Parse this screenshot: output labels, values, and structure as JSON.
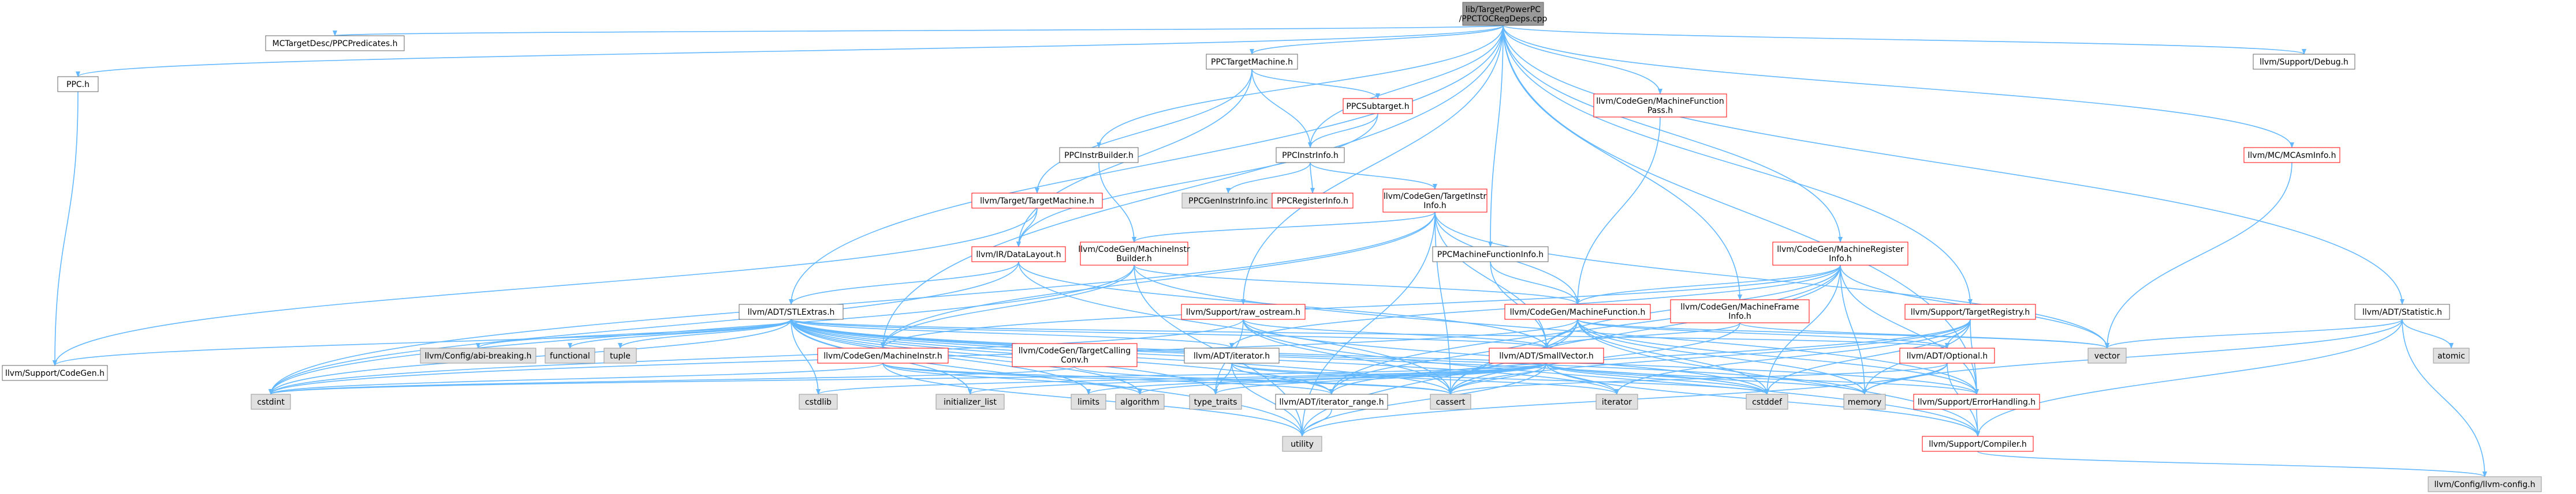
{
  "colors": {
    "root_fill": "#999999",
    "normal_fill": "#ffffff",
    "normal_border": "#666666",
    "incomplete_border": "#ff0000",
    "system_fill": "#e0e0e0",
    "system_border": "#999999",
    "edge": "#63b8ff",
    "text": "#000000"
  },
  "nodes": [
    {
      "id": "root",
      "lines": [
        "lib/Target/PowerPC",
        "/PPCTOCRegDeps.cpp"
      ],
      "kind": "root"
    },
    {
      "id": "mctargetdesc",
      "lines": [
        "MCTargetDesc/PPCPredicates.h"
      ],
      "kind": "normal"
    },
    {
      "id": "ppch",
      "lines": [
        "PPC.h"
      ],
      "kind": "normal"
    },
    {
      "id": "codegen",
      "lines": [
        "llvm/Support/CodeGen.h"
      ],
      "kind": "normal"
    },
    {
      "id": "ppctm",
      "lines": [
        "PPCTargetMachine.h"
      ],
      "kind": "normal"
    },
    {
      "id": "ppcsub",
      "lines": [
        "PPCSubtarget.h"
      ],
      "kind": "incomplete"
    },
    {
      "id": "ppcinstrbuilder",
      "lines": [
        "PPCInstrBuilder.h"
      ],
      "kind": "normal"
    },
    {
      "id": "ppcinstrinfo",
      "lines": [
        "PPCInstrInfo.h"
      ],
      "kind": "normal"
    },
    {
      "id": "ppcgeninstr",
      "lines": [
        "PPCGenInstrInfo.inc"
      ],
      "kind": "system"
    },
    {
      "id": "ppcreginfo",
      "lines": [
        "PPCRegisterInfo.h"
      ],
      "kind": "incomplete"
    },
    {
      "id": "tgtinstrinfo",
      "lines": [
        "llvm/CodeGen/TargetInstr",
        "Info.h"
      ],
      "kind": "incomplete"
    },
    {
      "id": "targetmachine",
      "lines": [
        "llvm/Target/TargetMachine.h"
      ],
      "kind": "incomplete"
    },
    {
      "id": "datalayout",
      "lines": [
        "llvm/IR/DataLayout.h"
      ],
      "kind": "incomplete"
    },
    {
      "id": "mibuilder",
      "lines": [
        "llvm/CodeGen/MachineInstr",
        "Builder.h"
      ],
      "kind": "incomplete"
    },
    {
      "id": "ppcmfi",
      "lines": [
        "PPCMachineFunctionInfo.h"
      ],
      "kind": "normal"
    },
    {
      "id": "mfpass",
      "lines": [
        "llvm/CodeGen/MachineFunction",
        "Pass.h"
      ],
      "kind": "incomplete"
    },
    {
      "id": "mcasminfo",
      "lines": [
        "llvm/MC/MCAsmInfo.h"
      ],
      "kind": "incomplete"
    },
    {
      "id": "debug",
      "lines": [
        "llvm/Support/Debug.h"
      ],
      "kind": "normal"
    },
    {
      "id": "statistic",
      "lines": [
        "llvm/ADT/Statistic.h"
      ],
      "kind": "normal"
    },
    {
      "id": "atomic",
      "lines": [
        "atomic"
      ],
      "kind": "system"
    },
    {
      "id": "mri",
      "lines": [
        "llvm/CodeGen/MachineRegister",
        "Info.h"
      ],
      "kind": "incomplete"
    },
    {
      "id": "tgtregistry",
      "lines": [
        "llvm/Support/TargetRegistry.h"
      ],
      "kind": "incomplete"
    },
    {
      "id": "mframeinfo",
      "lines": [
        "llvm/CodeGen/MachineFrame",
        "Info.h"
      ],
      "kind": "incomplete"
    },
    {
      "id": "rawostream",
      "lines": [
        "llvm/Support/raw_ostream.h"
      ],
      "kind": "incomplete"
    },
    {
      "id": "mf",
      "lines": [
        "llvm/CodeGen/MachineFunction.h"
      ],
      "kind": "incomplete"
    },
    {
      "id": "stlextras",
      "lines": [
        "llvm/ADT/STLExtras.h"
      ],
      "kind": "normal"
    },
    {
      "id": "abibreaking",
      "lines": [
        "llvm/Config/abi-breaking.h"
      ],
      "kind": "system"
    },
    {
      "id": "functional",
      "lines": [
        "functional"
      ],
      "kind": "system"
    },
    {
      "id": "tuple",
      "lines": [
        "tuple"
      ],
      "kind": "system"
    },
    {
      "id": "machineinstr",
      "lines": [
        "llvm/CodeGen/MachineInstr.h"
      ],
      "kind": "incomplete"
    },
    {
      "id": "tgtcallconv",
      "lines": [
        "llvm/CodeGen/TargetCalling",
        "Conv.h"
      ],
      "kind": "incomplete"
    },
    {
      "id": "adtiterator",
      "lines": [
        "llvm/ADT/iterator.h"
      ],
      "kind": "normal"
    },
    {
      "id": "smallvector",
      "lines": [
        "llvm/ADT/SmallVector.h"
      ],
      "kind": "incomplete"
    },
    {
      "id": "optional",
      "lines": [
        "llvm/ADT/Optional.h"
      ],
      "kind": "incomplete"
    },
    {
      "id": "vector",
      "lines": [
        "vector"
      ],
      "kind": "system"
    },
    {
      "id": "cstdint",
      "lines": [
        "cstdint"
      ],
      "kind": "system"
    },
    {
      "id": "cstdlib",
      "lines": [
        "cstdlib"
      ],
      "kind": "system"
    },
    {
      "id": "initlist",
      "lines": [
        "initializer_list"
      ],
      "kind": "system"
    },
    {
      "id": "limits",
      "lines": [
        "limits"
      ],
      "kind": "system"
    },
    {
      "id": "algorithm",
      "lines": [
        "algorithm"
      ],
      "kind": "system"
    },
    {
      "id": "typetraits",
      "lines": [
        "type_traits"
      ],
      "kind": "system"
    },
    {
      "id": "iterrange",
      "lines": [
        "llvm/ADT/iterator_range.h"
      ],
      "kind": "normal"
    },
    {
      "id": "cassert",
      "lines": [
        "cassert"
      ],
      "kind": "system"
    },
    {
      "id": "iterator",
      "lines": [
        "iterator"
      ],
      "kind": "system"
    },
    {
      "id": "cstddef",
      "lines": [
        "cstddef"
      ],
      "kind": "system"
    },
    {
      "id": "memory",
      "lines": [
        "memory"
      ],
      "kind": "system"
    },
    {
      "id": "errhandling",
      "lines": [
        "llvm/Support/ErrorHandling.h"
      ],
      "kind": "incomplete"
    },
    {
      "id": "utility",
      "lines": [
        "utility"
      ],
      "kind": "system"
    },
    {
      "id": "compiler",
      "lines": [
        "llvm/Support/Compiler.h"
      ],
      "kind": "incomplete"
    },
    {
      "id": "llvmconfig",
      "lines": [
        "llvm/Config/llvm-config.h"
      ],
      "kind": "system"
    }
  ],
  "edges": [
    [
      "root",
      "mctargetdesc"
    ],
    [
      "root",
      "ppch"
    ],
    [
      "root",
      "ppctm"
    ],
    [
      "root",
      "ppcinstrinfo"
    ],
    [
      "root",
      "ppcinstrbuilder"
    ],
    [
      "root",
      "ppcmfi"
    ],
    [
      "root",
      "mfpass"
    ],
    [
      "root",
      "mri"
    ],
    [
      "root",
      "mframeinfo"
    ],
    [
      "root",
      "tgtregistry"
    ],
    [
      "root",
      "mcasminfo"
    ],
    [
      "root",
      "debug"
    ],
    [
      "root",
      "statistic"
    ],
    [
      "root",
      "stlextras"
    ],
    [
      "root",
      "machineinstr"
    ],
    [
      "root",
      "rawostream"
    ],
    [
      "root",
      "errhandling"
    ],
    [
      "ppch",
      "codegen"
    ],
    [
      "ppctm",
      "ppcsub"
    ],
    [
      "ppctm",
      "ppcinstrinfo"
    ],
    [
      "ppctm",
      "targetmachine"
    ],
    [
      "ppctm",
      "datalayout"
    ],
    [
      "ppcsub",
      "ppcinstrinfo"
    ],
    [
      "ppcsub",
      "datalayout"
    ],
    [
      "ppcinstrinfo",
      "ppcgeninstr"
    ],
    [
      "ppcinstrinfo",
      "ppcreginfo"
    ],
    [
      "ppcinstrinfo",
      "tgtinstrinfo"
    ],
    [
      "ppcinstrbuilder",
      "mibuilder"
    ],
    [
      "tgtinstrinfo",
      "mibuilder"
    ],
    [
      "tgtinstrinfo",
      "mf"
    ],
    [
      "tgtinstrinfo",
      "machineinstr"
    ],
    [
      "tgtinstrinfo",
      "smallvector"
    ],
    [
      "tgtinstrinfo",
      "cstdint"
    ],
    [
      "tgtinstrinfo",
      "vector"
    ],
    [
      "tgtinstrinfo",
      "cassert"
    ],
    [
      "tgtinstrinfo",
      "utility"
    ],
    [
      "targetmachine",
      "datalayout"
    ],
    [
      "targetmachine",
      "codegen"
    ],
    [
      "datalayout",
      "stlextras"
    ],
    [
      "datalayout",
      "smallvector"
    ],
    [
      "datalayout",
      "cstdint"
    ],
    [
      "datalayout",
      "cassert"
    ],
    [
      "mibuilder",
      "mf"
    ],
    [
      "mibuilder",
      "machineinstr"
    ],
    [
      "mibuilder",
      "cstdint"
    ],
    [
      "mibuilder",
      "errhandling"
    ],
    [
      "mibuilder",
      "utility"
    ],
    [
      "ppcmfi",
      "mf"
    ],
    [
      "ppcmfi",
      "smallvector"
    ],
    [
      "mfpass",
      "mf"
    ],
    [
      "mcasminfo",
      "vector"
    ],
    [
      "statistic",
      "vector"
    ],
    [
      "statistic",
      "atomic"
    ],
    [
      "statistic",
      "memory"
    ],
    [
      "statistic",
      "compiler"
    ],
    [
      "statistic",
      "llvmconfig"
    ],
    [
      "mri",
      "mf"
    ],
    [
      "mri",
      "machineinstr"
    ],
    [
      "mri",
      "smallvector"
    ],
    [
      "mri",
      "adtiterator"
    ],
    [
      "mri",
      "iterrange"
    ],
    [
      "mri",
      "vector"
    ],
    [
      "mri",
      "memory"
    ],
    [
      "mri",
      "cstddef"
    ],
    [
      "mri",
      "cassert"
    ],
    [
      "mri",
      "errhandling"
    ],
    [
      "tgtregistry",
      "optional"
    ],
    [
      "tgtregistry",
      "iterrange"
    ],
    [
      "tgtregistry",
      "errhandling"
    ],
    [
      "tgtregistry",
      "cstddef"
    ],
    [
      "tgtregistry",
      "memory"
    ],
    [
      "tgtregistry",
      "string_none"
    ],
    [
      "tgtregistry",
      "cassert"
    ],
    [
      "tgtregistry",
      "iterator"
    ],
    [
      "mframeinfo",
      "smallvector"
    ],
    [
      "mframeinfo",
      "cassert"
    ],
    [
      "mframeinfo",
      "vector"
    ],
    [
      "rawostream",
      "smallvector"
    ],
    [
      "rawostream",
      "cstddef"
    ],
    [
      "rawostream",
      "cstdint"
    ],
    [
      "rawostream",
      "cassert"
    ],
    [
      "rawostream",
      "typetraits"
    ],
    [
      "rawostream",
      "compiler"
    ],
    [
      "mf",
      "smallvector"
    ],
    [
      "mf",
      "optional"
    ],
    [
      "mf",
      "iterrange"
    ],
    [
      "mf",
      "errhandling"
    ],
    [
      "mf",
      "compiler"
    ],
    [
      "mf",
      "cstdint"
    ],
    [
      "mf",
      "vector"
    ],
    [
      "mf",
      "memory"
    ],
    [
      "mf",
      "utility"
    ],
    [
      "mf",
      "cassert"
    ],
    [
      "mf",
      "cstddef"
    ],
    [
      "stlextras",
      "abibreaking"
    ],
    [
      "stlextras",
      "functional"
    ],
    [
      "stlextras",
      "tuple"
    ],
    [
      "stlextras",
      "adtiterator"
    ],
    [
      "stlextras",
      "iterrange"
    ],
    [
      "stlextras",
      "optional"
    ],
    [
      "stlextras",
      "errhandling"
    ],
    [
      "stlextras",
      "algorithm"
    ],
    [
      "stlextras",
      "cassert"
    ],
    [
      "stlextras",
      "cstddef"
    ],
    [
      "stlextras",
      "cstdint"
    ],
    [
      "stlextras",
      "cstdlib"
    ],
    [
      "stlextras",
      "initlist"
    ],
    [
      "stlextras",
      "iterator"
    ],
    [
      "stlextras",
      "limits"
    ],
    [
      "stlextras",
      "memory"
    ],
    [
      "stlextras",
      "typetraits"
    ],
    [
      "stlextras",
      "utility"
    ],
    [
      "stlextras",
      "codegen"
    ],
    [
      "stlextras",
      "smallvector"
    ],
    [
      "machineinstr",
      "iterrange"
    ],
    [
      "machineinstr",
      "cassert"
    ],
    [
      "machineinstr",
      "cstdint"
    ],
    [
      "machineinstr",
      "utility"
    ],
    [
      "machineinstr",
      "algorithm"
    ],
    [
      "tgtcallconv",
      "cassert"
    ],
    [
      "tgtcallconv",
      "cstdint"
    ],
    [
      "adtiterator",
      "iterrange"
    ],
    [
      "adtiterator",
      "cstddef"
    ],
    [
      "adtiterator",
      "iterator"
    ],
    [
      "adtiterator",
      "typetraits"
    ],
    [
      "adtiterator",
      "utility"
    ],
    [
      "smallvector",
      "compiler"
    ],
    [
      "smallvector",
      "typetraits"
    ],
    [
      "smallvector",
      "algorithm"
    ],
    [
      "smallvector",
      "cassert"
    ],
    [
      "smallvector",
      "cstddef"
    ],
    [
      "smallvector",
      "cstdlib"
    ],
    [
      "smallvector",
      "cstdint"
    ],
    [
      "smallvector",
      "initlist"
    ],
    [
      "smallvector",
      "iterator"
    ],
    [
      "smallvector",
      "limits"
    ],
    [
      "smallvector",
      "memory"
    ],
    [
      "smallvector",
      "utility"
    ],
    [
      "smallvector",
      "errhandling"
    ],
    [
      "optional",
      "compiler"
    ],
    [
      "optional",
      "cassert"
    ],
    [
      "optional",
      "cstring_none"
    ],
    [
      "optional",
      "utility"
    ],
    [
      "optional",
      "memory"
    ],
    [
      "iterrange",
      "utility"
    ],
    [
      "errhandling",
      "compiler"
    ],
    [
      "compiler",
      "llvmconfig"
    ]
  ]
}
